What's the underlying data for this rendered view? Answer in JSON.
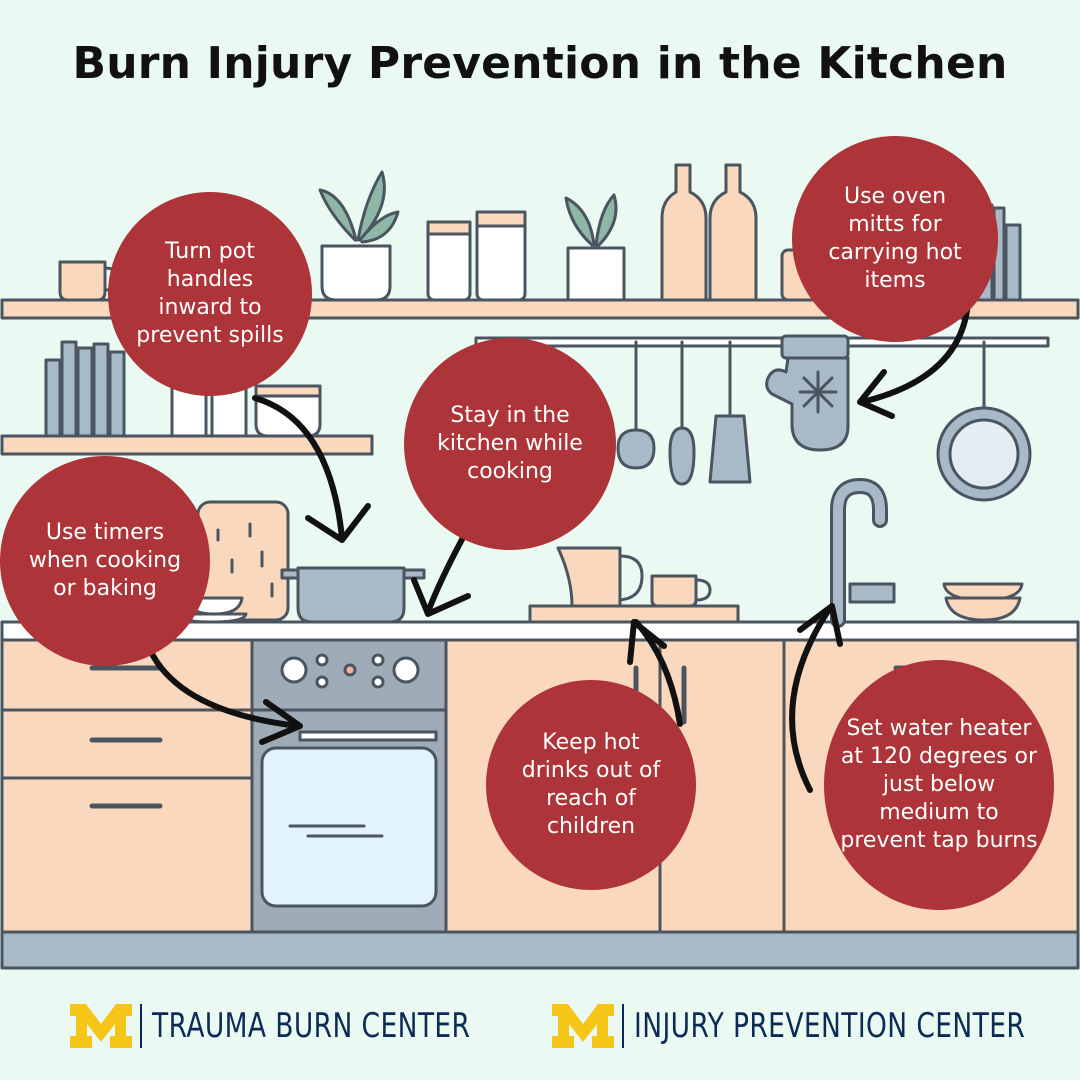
{
  "title": "Burn Injury Prevention in the Kitchen",
  "tips": {
    "pot_handles": "Turn pot handles inward to prevent spills",
    "oven_mitts": "Use oven mitts for carrying hot items",
    "stay_in_kitchen": "Stay in the kitchen while cooking",
    "timers": "Use timers when cooking or baking",
    "hot_drinks": "Keep hot drinks out of reach of children",
    "water_heater": "Set water heater at 120 degrees or just below medium to prevent tap burns"
  },
  "footer": {
    "left_logo_text": "TRAUMA BURN CENTER",
    "right_logo_text": "INJURY PREVENTION CENTER"
  },
  "colors": {
    "background": "#eafaf3",
    "tip_circle": "#ad3438",
    "cabinet": "#f9d8bd",
    "outline": "#4a5560",
    "brand_maize": "#f5c518",
    "brand_navy": "#0b2b55"
  },
  "icons": [
    "plant-icon",
    "jar-icon",
    "bottle-icon",
    "book-icon",
    "oven-mitt-icon",
    "ladle-icon",
    "spatula-icon",
    "frying-pan-icon",
    "faucet-icon",
    "pot-icon",
    "pitcher-icon",
    "cup-icon",
    "bowl-icon",
    "oven-icon",
    "cutting-board-icon"
  ]
}
